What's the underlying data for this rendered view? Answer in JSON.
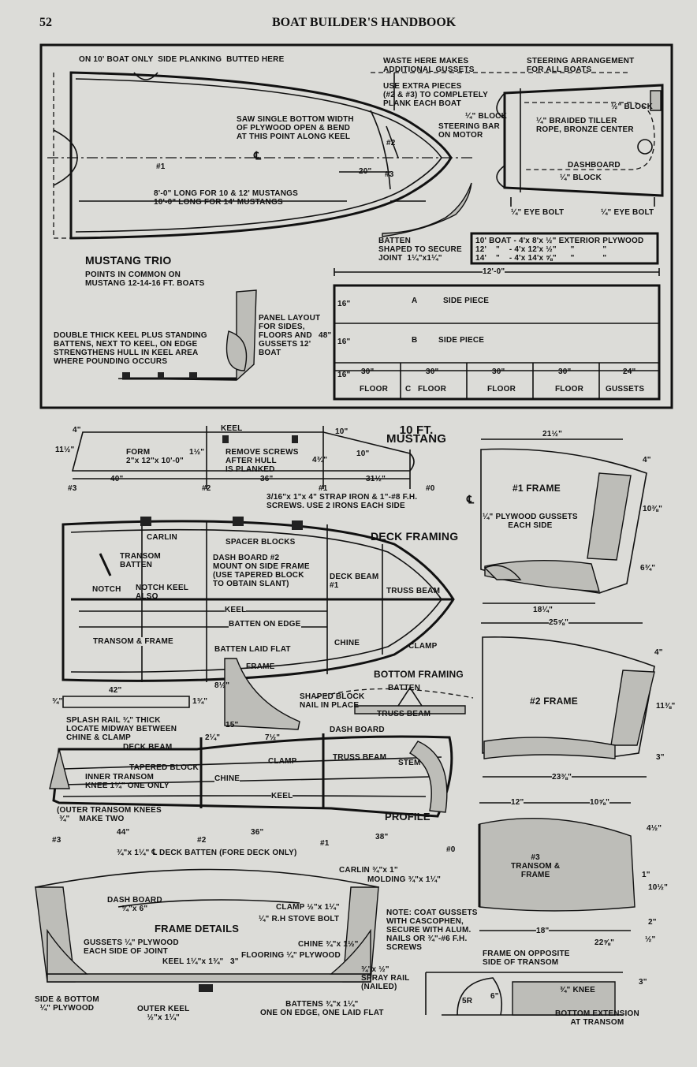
{
  "page": {
    "number": "52",
    "title": "BOAT BUILDER'S HANDBOOK"
  },
  "top_panel": {
    "side_planking_note": "ON 10' BOAT ONLY  SIDE PLANKING  BUTTED HERE",
    "waste_note": "WASTE HERE MAKES\nADDITIONAL GUSSETS",
    "extra_pieces_note": "USE EXTRA PIECES\n(#2 & #3) TO COMPLETELY\nPLANK EACH BOAT",
    "saw_note": "SAW SINGLE BOTTOM WIDTH\nOF PLYWOOD OPEN & BEND\nAT THIS POINT ALONG KEEL",
    "centerline": "℄",
    "piece_1": "#1",
    "piece_2": "#2",
    "piece_3": "#3",
    "dim_20": "20\"",
    "length_note": "8'-0\" LONG FOR 10 & 12' MUSTANGS\n10'-0\" LONG FOR 14' MUSTANGS",
    "batten_note": "BATTEN\nSHAPED TO SECURE\nJOINT  1¼\"x1¼\"",
    "mustang_trio": "MUSTANG TRIO",
    "points_note": "POINTS IN COMMON ON\nMUSTANG 12-14-16 FT. BOATS",
    "keel_note": "DOUBLE THICK KEEL PLUS STANDING\nBATTENS, NEXT TO KEEL, ON EDGE\nSTRENGTHENS HULL IN KEEL AREA\nWHERE POUNDING OCCURS",
    "steering": {
      "title": "STEERING ARRANGEMENT\nFOR ALL BOATS",
      "block_top": "½\" BLOCK",
      "block_left": "¼\" BLOCK",
      "steering_bar": "STEERING BAR\nON MOTOR",
      "tiller": "¼\" BRAIDED TILLER\nROPE, BRONZE CENTER",
      "dashboard": "DASHBOARD",
      "block_mid": "¼\" BLOCK",
      "eye_bolt_left": "¼\" EYE BOLT",
      "eye_bolt_right": "¼\" EYE BOLT"
    },
    "plywood_table": [
      "10' BOAT - 4'x 8'x ½\" EXTERIOR PLYWOOD",
      "12'    \"    - 4'x 12'x ½\"      \"            \"",
      "14'    \"    - 4'x 14'x ⅝\"      \"            \""
    ],
    "panel_layout": {
      "note": "PANEL LAYOUT\nFOR SIDES,\nFLOORS AND\nGUSSETS 12'\nBOAT",
      "width": "12'-0\"",
      "height": "48\"",
      "row_16a": "16\"",
      "row_16b": "16\"",
      "row_16c": "16\"",
      "piece_a_mark": "A",
      "piece_a": "SIDE PIECE",
      "piece_b_mark": "B",
      "piece_b": "SIDE PIECE",
      "cols": [
        "30\"",
        "30\"",
        "30\"",
        "30\"",
        "24\""
      ],
      "cells": [
        "FLOOR",
        "FLOOR",
        "FLOOR",
        "FLOOR",
        "GUSSETS"
      ],
      "c_mark": "C"
    }
  },
  "form": {
    "dim_4": "4\"",
    "dim_11_2": "11½\"",
    "form_label": "FORM\n2\"x 12\"x 10'-0\"",
    "dim_12": "1½\"",
    "keel": "KEEL",
    "remove_screws": "REMOVE SCREWS\nAFTER HULL\nIS PLANKED",
    "dim_10": "10\"",
    "dim_4_3_4": "4¾\"",
    "dim_10v": "10\"",
    "dim_40": "40\"",
    "dim_36": "36\"",
    "dim_31": "31½\"",
    "st3": "#3",
    "st2": "#2",
    "st1": "#1",
    "st0": "#0",
    "strap_note": "3/16\"x 1\"x 4\" STRAP IRON & 1\"-#8 F.H.\nSCREWS. USE 2 IRONS EACH SIDE",
    "title": "10 FT.\nMUSTANG"
  },
  "deck_framing": {
    "title": "DECK FRAMING",
    "carlin": "CARLIN",
    "spacer_blocks": "SPACER BLOCKS",
    "transom_batten": "TRANSOM\nBATTEN",
    "dash_note": "DASH BOARD #2\nMOUNT ON SIDE FRAME\n(USE TAPERED BLOCK\nTO OBTAIN SLANT)",
    "deck_beam": "DECK BEAM\n#1",
    "truss_beam": "TRUSS BEAM",
    "notch": "NOTCH",
    "notch_keel": "NOTCH KEEL\nALSO",
    "keel": "KEEL",
    "batten_edge": "BATTEN ON EDGE",
    "transom_frame": "TRANSOM & FRAME",
    "chine": "CHINE",
    "clamp": "CLAMP",
    "batten_flat": "BATTEN LAID FLAT",
    "frame": "FRAME"
  },
  "bottom_framing": {
    "title": "BOTTOM FRAMING",
    "batten": "BATTEN",
    "shaped_block": "SHAPED BLOCK\nNAIL IN PLACE",
    "truss_beam": "TRUSS BEAM",
    "dim_42": "42\"",
    "dim_3_4": "¾\"",
    "dim_1_3_4": "1¾\"",
    "splash_rail": "SPLASH RAIL ¾\" THICK\nLOCATE MIDWAY BETWEEN\nCHINE & CLAMP",
    "dim_8": "8½\"",
    "dim_15": "15\"",
    "dim_24": "2¼\"",
    "dim_7": "7½\""
  },
  "profile": {
    "title": "PROFILE",
    "deck_beam": "DECK BEAM",
    "dash_board": "DASH BOARD",
    "tapered_block": "TAPERED BLOCK",
    "clamp": "CLAMP",
    "truss_beam": "TRUSS BEAM",
    "stem": "STEM",
    "inner_knee": "INNER TRANSOM\nKNEE 1¼\" ONE ONLY",
    "chine": "CHINE",
    "keel": "KEEL",
    "outer_knees": "(OUTER TRANSOM KNEES\n ¾\"    MAKE TWO",
    "dim_44": "44\"",
    "dim_36": "36\"",
    "dim_38": "38\"",
    "st3": "#3",
    "st2": "#2",
    "st1": "#1",
    "st0": "#0",
    "deck_batten": "¾\"x 1¼\" ℄ DECK BATTEN (FORE DECK ONLY)"
  },
  "frame_details": {
    "title": "FRAME DETAILS",
    "dash_board": "DASH BOARD\n¾\"x 6\"",
    "carlin": "CARLIN ¾\"x 1\"",
    "molding": "MOLDING ¾\"x 1¼\"",
    "clamp": "CLAMP ½\"x 1¼\"",
    "stove_bolt": "¼\" R.H STOVE BOLT",
    "gussets": "GUSSETS ¼\" PLYWOOD\nEACH SIDE OF JOINT",
    "chine": "CHINE ¾\"x 1½\"",
    "flooring": "FLOORING ¼\" PLYWOOD",
    "keel": "KEEL 1¼\"x 1¾\"",
    "dim_3": "3\"",
    "spray_rail": "¾\"x ½\"\nSPRAY RAIL\n(NAILED)",
    "side_bottom": "SIDE & BOTTOM\n¼\" PLYWOOD",
    "outer_keel": "OUTER KEEL\n½\"x 1¼\"",
    "battens": "BATTENS ¾\"x 1¼\"\nONE ON EDGE, ONE LAID FLAT",
    "note": "NOTE: COAT GUSSETS\nWITH CASCOPHEN,\nSECURE WITH ALUM.\nNAILS OR ¾\"-#6 F.H.\nSCREWS"
  },
  "frames_right": {
    "f1_label": "#1 FRAME",
    "f1_top": "21½\"",
    "f1_h1": "4\"",
    "f1_h2": "10⅜\"",
    "f1_h3": "6¾\"",
    "f1_gussets": "¼\" PLYWOOD GUSSETS\nEACH SIDE",
    "f1_bottom": "18¼\"",
    "f1_bottom2": "25⅝\"",
    "cl": "℄",
    "f2_label": "#2 FRAME",
    "f2_h1": "4\"",
    "f2_h2": "11⅜\"",
    "f2_h3": "3\"",
    "f2_bottom": "23⅜\"",
    "f3_label": "#3\nTRANSOM &\nFRAME",
    "f3_top1": "12\"",
    "f3_top2": "10⅝\"",
    "f3_h1": "4½\"",
    "f3_h2": "1\"",
    "f3_h3": "10½\"",
    "f3_h4": "2\"",
    "f3_h5": "½\"",
    "f3_b1": "18\"",
    "f3_b2": "22⅝\"",
    "frame_opposite": "FRAME ON OPPOSITE\nSIDE OF TRANSOM",
    "knee": "¾\" KNEE",
    "dim_5r": "5R",
    "dim_6": "6\"",
    "dim_3": "3\"",
    "bottom_ext": "BOTTOM EXTENSION\nAT TRANSOM"
  }
}
